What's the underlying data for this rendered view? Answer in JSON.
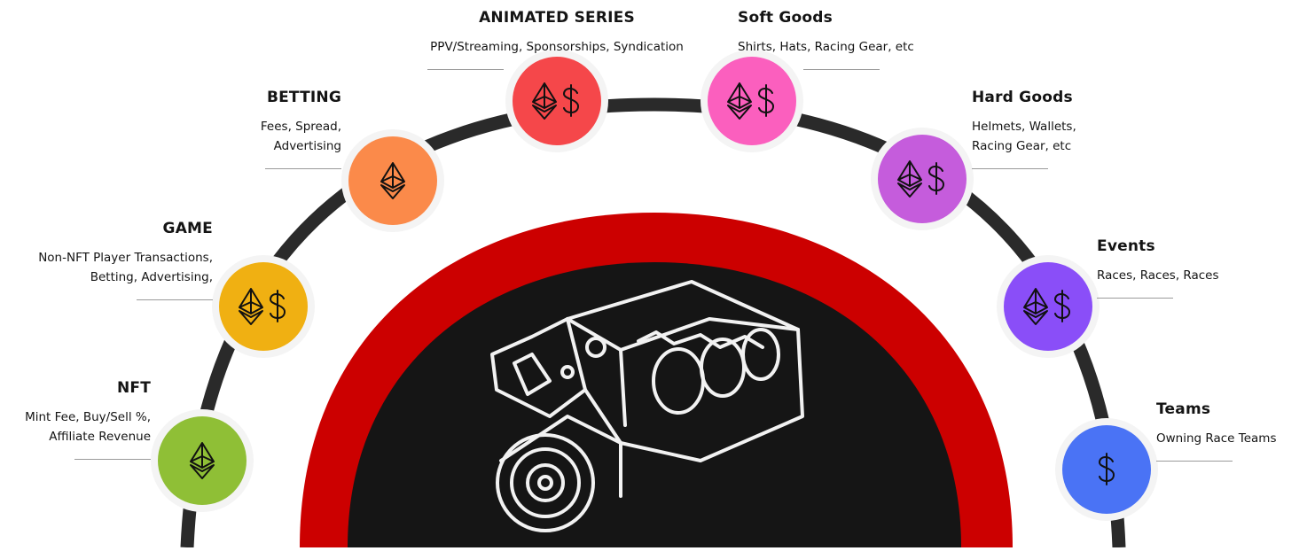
{
  "colors": {
    "ring": "#2a2a2a",
    "outer_arch": "#cc0000",
    "inner_arch": "#151515",
    "engine": "#f2f2f2"
  },
  "center": {
    "icon": "engine-icon"
  },
  "nodes": [
    {
      "id": "nft",
      "title": "NFT",
      "lines": [
        "Mint Fee, Buy/Sell %,",
        "Affiliate Revenue"
      ],
      "color": "#8fbf36",
      "icons": [
        "ethereum-icon"
      ]
    },
    {
      "id": "game",
      "title": "GAME",
      "lines": [
        "Non-NFT Player Transactions,",
        "Betting, Advertising,"
      ],
      "color": "#f0b012",
      "icons": [
        "ethereum-icon",
        "dollar-icon"
      ]
    },
    {
      "id": "betting",
      "title": "BETTING",
      "lines": [
        "Fees, Spread,",
        "Advertising"
      ],
      "color": "#fb8a4a",
      "icons": [
        "ethereum-icon"
      ]
    },
    {
      "id": "animated",
      "title": "ANIMATED SERIES",
      "lines": [
        "PPV/Streaming, Sponsorships, Syndication"
      ],
      "color": "#f5474a",
      "icons": [
        "ethereum-icon",
        "dollar-icon"
      ]
    },
    {
      "id": "soft",
      "title": "Soft Goods",
      "lines": [
        "Shirts, Hats, Racing Gear, etc"
      ],
      "color": "#fb5fbe",
      "icons": [
        "ethereum-icon",
        "dollar-icon"
      ]
    },
    {
      "id": "hard",
      "title": "Hard Goods",
      "lines": [
        "Helmets, Wallets,",
        "Racing Gear, etc"
      ],
      "color": "#c55cdc",
      "icons": [
        "ethereum-icon",
        "dollar-icon"
      ]
    },
    {
      "id": "events",
      "title": "Events",
      "lines": [
        "Races, Races, Races"
      ],
      "color": "#8a4ef8",
      "icons": [
        "ethereum-icon",
        "dollar-icon"
      ]
    },
    {
      "id": "teams",
      "title": "Teams",
      "lines": [
        "Owning Race Teams"
      ],
      "color": "#4a73f5",
      "icons": [
        "dollar-icon"
      ]
    }
  ]
}
